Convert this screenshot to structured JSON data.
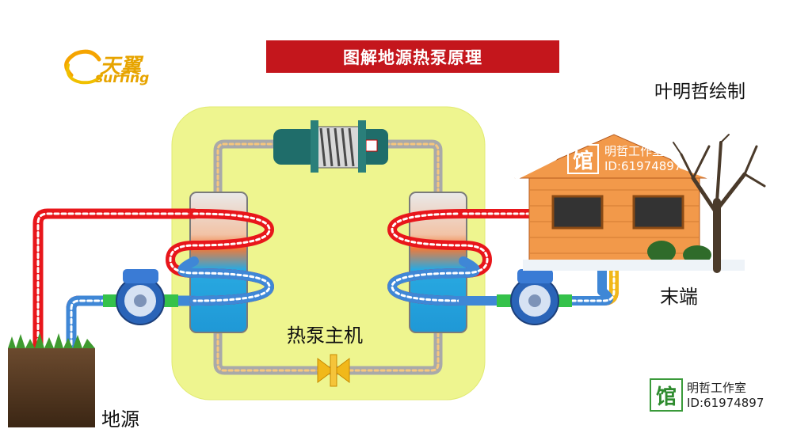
{
  "title": "图解地源热泵原理",
  "author": "叶明哲绘制",
  "logo": {
    "brand": "天翼",
    "sub": "surfing"
  },
  "labels": {
    "host": "热泵主机",
    "source": "地源",
    "terminal": "末端"
  },
  "watermark_house": {
    "badge": "馆",
    "line1": "明哲工作室",
    "line2": "ID:61974897"
  },
  "watermark_corner": {
    "badge": "馆",
    "line1": "明哲工作室",
    "line2": "ID:61974897"
  },
  "colors": {
    "title_bg": "#c4161c",
    "panel": "#eef58f",
    "hot_pipe": "#e8161b",
    "cold_pipe": "#3f87d6",
    "refrigerant_pipe": "#a9a9a9",
    "water": "#29a9e1",
    "house_wall": "#f2994a"
  },
  "icons": [
    "brand-logo-icon",
    "compressor-icon",
    "expansion-valve-icon",
    "water-pump-icon",
    "house-icon",
    "tree-icon",
    "ground-soil-icon"
  ]
}
